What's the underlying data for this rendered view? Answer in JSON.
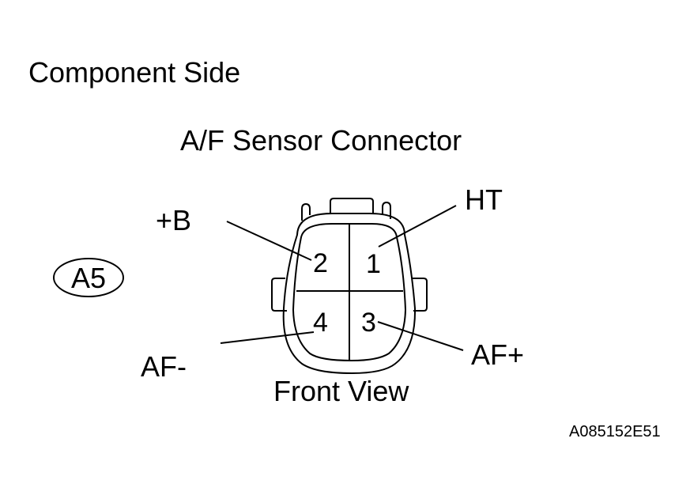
{
  "labels": {
    "side": "Component Side",
    "connector_title": "A/F Sensor Connector",
    "connector_id": "A5",
    "view": "Front View",
    "figure_code": "A085152E51"
  },
  "pins": [
    {
      "number": "1",
      "signal": "HT"
    },
    {
      "number": "2",
      "signal": "+B"
    },
    {
      "number": "3",
      "signal": "AF+"
    },
    {
      "number": "4",
      "signal": "AF-"
    }
  ]
}
